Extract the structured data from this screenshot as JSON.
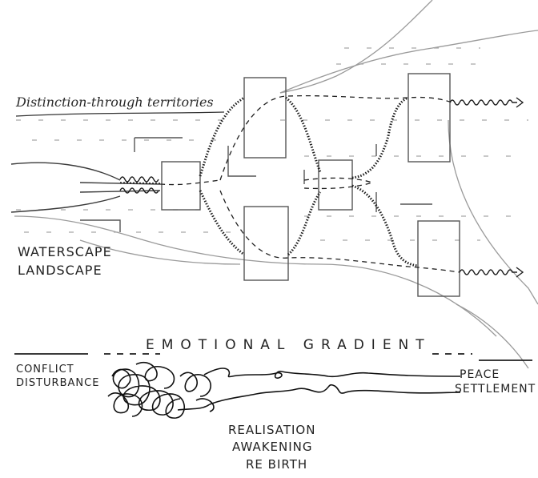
{
  "labels": {
    "territories": "Distinction-through territories",
    "waterscape": "WATERSCAPE",
    "landscape": "LANDSCAPE",
    "gradient_title": "EMOTIONAL GRADIENT",
    "left_1": "CONFLICT",
    "left_2": "DISTURBANCE",
    "right_1": "PEACE",
    "right_2": "SETTLEMENT",
    "bottom_1": "REALISATION",
    "bottom_2": "AWAKENING",
    "bottom_3": "RE BIRTH"
  },
  "colors": {
    "ink": "#2a2a2a",
    "pencil": "#8a8a8a",
    "paper": "#ffffff"
  }
}
